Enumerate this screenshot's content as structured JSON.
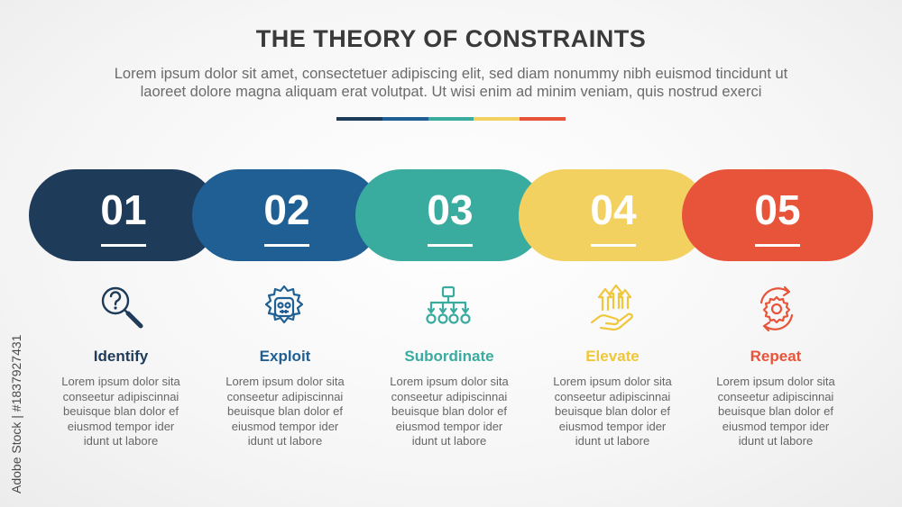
{
  "title": "THE THEORY OF CONSTRAINTS",
  "subtitle_line1": "Lorem ipsum dolor sit amet, consectetuer adipiscing elit, sed diam nonummy nibh euismod tincidunt ut",
  "subtitle_line2": "laoreet dolore magna aliquam erat volutpat. Ut wisi enim ad minim veniam, quis nostrud exerci",
  "divider_colors": [
    "#1e3b5a",
    "#1f5f94",
    "#3aab9f",
    "#f3d161",
    "#e8543a"
  ],
  "credit": "Adobe Stock | #1837927431",
  "steps": [
    {
      "number": "01",
      "title": "Identify",
      "color": "#1e3b5a",
      "title_color": "#1e3b5a",
      "icon": "magnifier-question-icon",
      "desc": [
        "Lorem ipsum dolor sita",
        "conseetur adipiscinnai",
        "beuisque blan dolor ef",
        "eiusmod tempor ider",
        "idunt ut labore"
      ]
    },
    {
      "number": "02",
      "title": "Exploit",
      "color": "#1f5f94",
      "title_color": "#1f5f94",
      "icon": "robot-gear-icon",
      "desc": [
        "Lorem ipsum dolor sita",
        "conseetur adipiscinnai",
        "beuisque blan dolor ef",
        "eiusmod tempor ider",
        "idunt ut labore"
      ]
    },
    {
      "number": "03",
      "title": "Subordinate",
      "color": "#3aab9f",
      "title_color": "#3aab9f",
      "icon": "hierarchy-icon",
      "desc": [
        "Lorem ipsum dolor sita",
        "conseetur adipiscinnai",
        "beuisque blan dolor ef",
        "eiusmod tempor ider",
        "idunt ut labore"
      ]
    },
    {
      "number": "04",
      "title": "Elevate",
      "color": "#f3d161",
      "title_color": "#f0c63a",
      "icon": "hand-arrows-up-icon",
      "desc": [
        "Lorem ipsum dolor sita",
        "conseetur adipiscinnai",
        "beuisque blan dolor ef",
        "eiusmod tempor ider",
        "idunt ut labore"
      ]
    },
    {
      "number": "05",
      "title": "Repeat",
      "color": "#e8543a",
      "title_color": "#e8543a",
      "icon": "gear-cycle-icon",
      "desc": [
        "Lorem ipsum dolor sita",
        "conseetur adipiscinnai",
        "beuisque blan dolor ef",
        "eiusmod tempor ider",
        "idunt ut labore"
      ]
    }
  ]
}
